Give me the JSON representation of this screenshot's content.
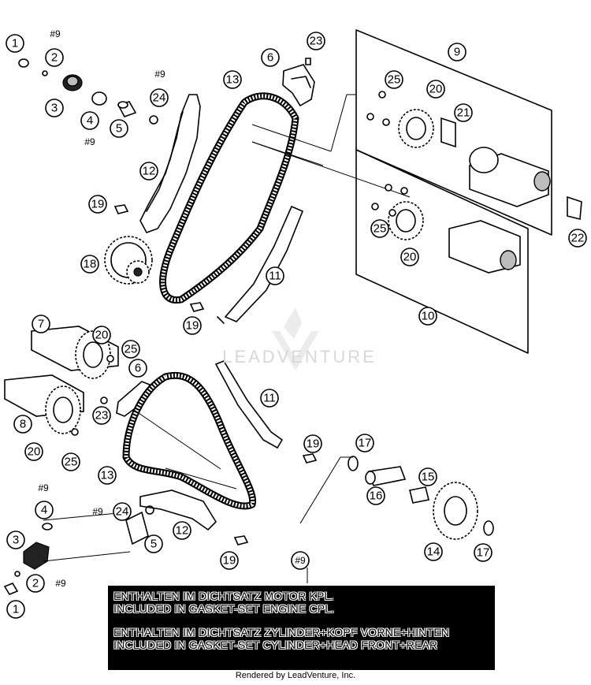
{
  "callouts": {
    "c1a": "1",
    "c9a": "#9",
    "c2a": "2",
    "c3a": "3",
    "c4a": "4",
    "c9b": "#9",
    "c5a": "5",
    "c9c": "#9",
    "c24a": "24",
    "c23a": "23",
    "c6a": "6",
    "c13a": "13",
    "c9": "9",
    "c25a": "25",
    "c20a": "20",
    "c21": "21",
    "c12a": "12",
    "c19a": "19",
    "c18": "18",
    "c25b": "25",
    "c20b": "20",
    "c22": "22",
    "c11a": "11",
    "c10": "10",
    "c19b": "19",
    "c7": "7",
    "c20c": "20",
    "c25c": "25",
    "c6b": "6",
    "c11b": "11",
    "c8": "8",
    "c23b": "23",
    "c20d": "20",
    "c25d": "25",
    "c19c": "19",
    "c17a": "17",
    "c13b": "13",
    "c15": "15",
    "c16": "16",
    "c9d": "#9",
    "c4b": "4",
    "c9e": "#9",
    "c24b": "24",
    "c3b": "3",
    "c12b": "12",
    "c5b": "5",
    "c14": "14",
    "c17b": "17",
    "c19d": "19",
    "c9f": "#9",
    "c2b": "2",
    "c9g": "#9",
    "c1b": "1"
  },
  "gasket_note": {
    "line1": "ENTHALTEN IM DICHTSATZ MOTOR KPL.",
    "line2": "INCLUDED IN GASKET-SET ENGINE CPL.",
    "line3": "ENTHALTEN IM DICHTSATZ ZYLINDER+KOPF VORNE+HINTEN",
    "line4": "INCLUDED IN GASKET-SET CYLINDER+HEAD FRONT+REAR"
  },
  "watermark": "LEADVENTURE",
  "footer": "Rendered by LeadVenture, Inc."
}
